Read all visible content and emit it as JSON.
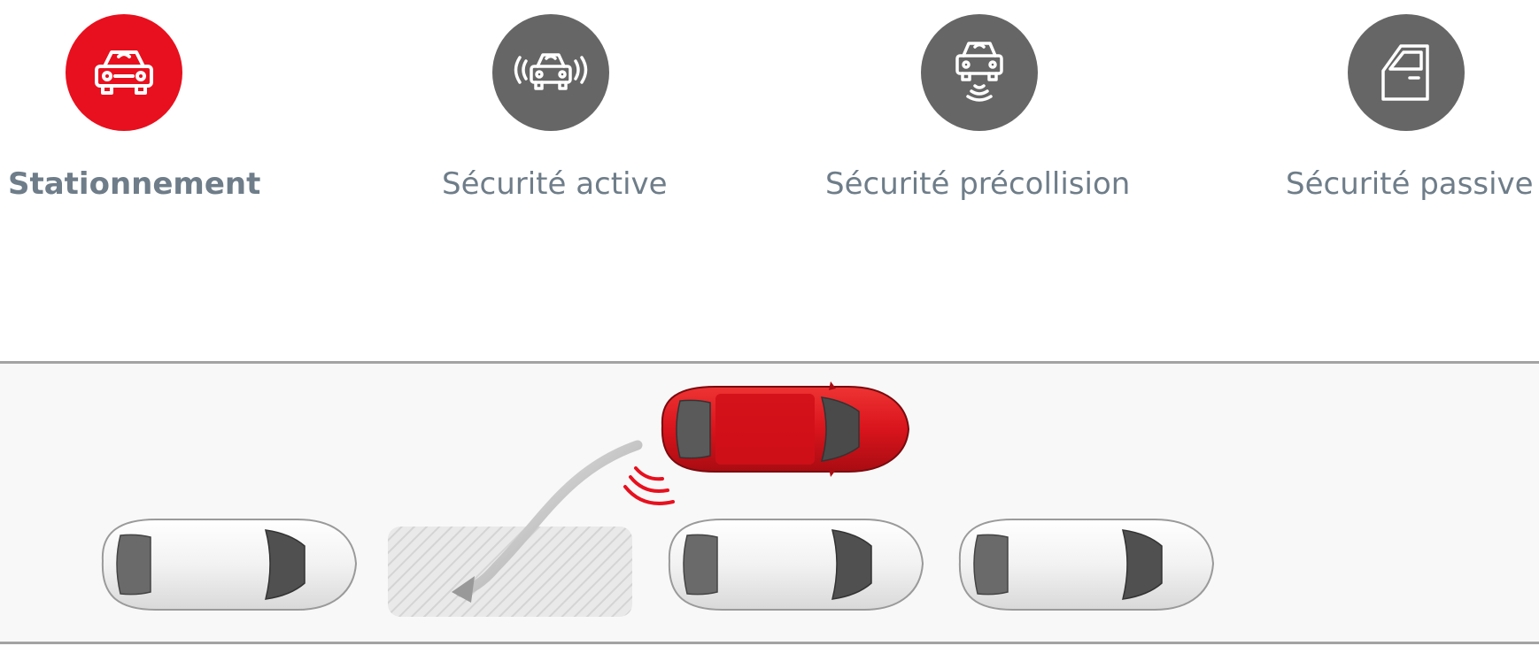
{
  "tabs": [
    {
      "label": "Stationnement",
      "icon": "parking-car-icon",
      "active": true
    },
    {
      "label": "Sécurité active",
      "icon": "car-sensor-waves-icon",
      "active": false
    },
    {
      "label": "Sécurité précollision",
      "icon": "car-front-radar-icon",
      "active": false
    },
    {
      "label": "Sécurité passive",
      "icon": "car-door-icon",
      "active": false
    }
  ],
  "colors": {
    "accent": "#e8101e",
    "inactive_icon_bg": "#666666",
    "label_text": "#6e7d89"
  }
}
